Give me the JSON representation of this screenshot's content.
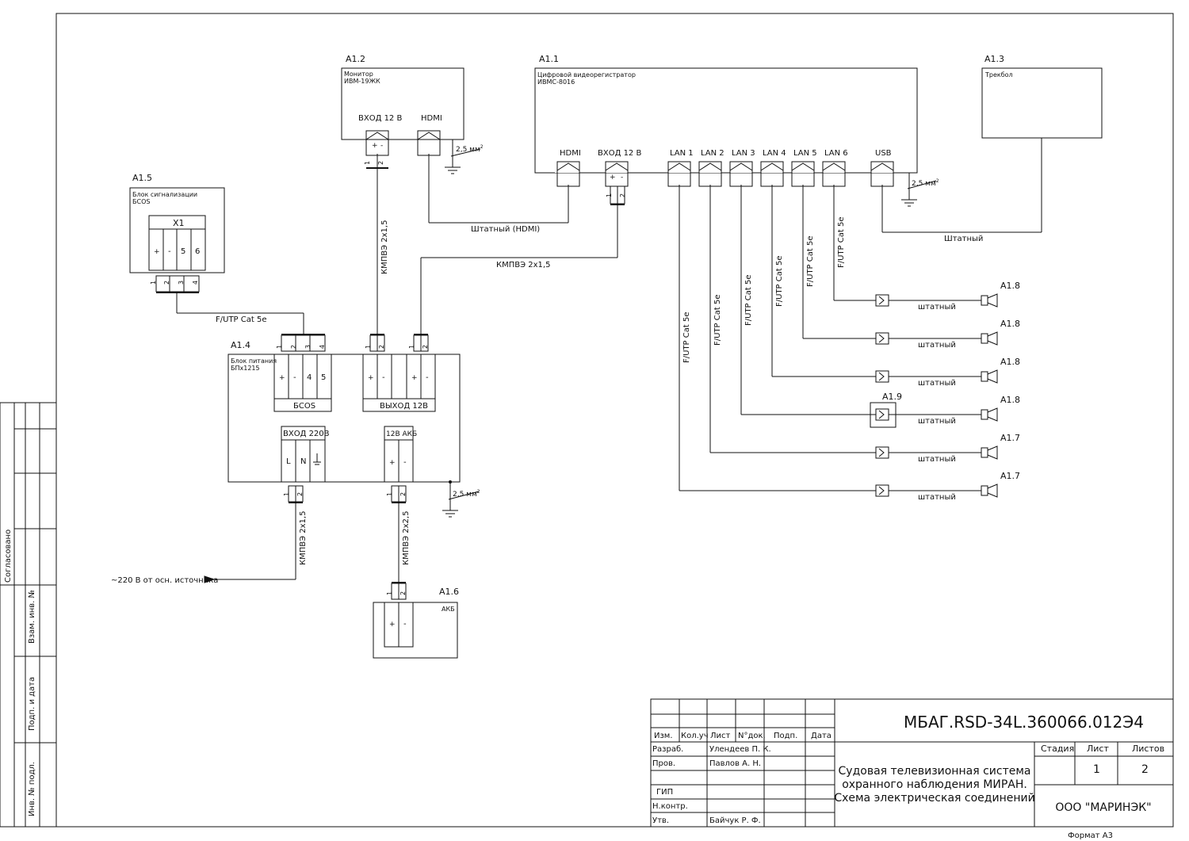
{
  "frame": {
    "format_label": "Формат А3",
    "agreed_label": "Согласовано"
  },
  "left_strip": {
    "labels": [
      "Взам. инв. №",
      "Подп. и дата",
      "Инв. № подл."
    ]
  },
  "units": {
    "a11": {
      "ref": "А1.1",
      "title": "Цифровой видеорегистратор",
      "model": "ИВМС-8016",
      "ports": [
        "HDMI",
        "ВХОД 12 В",
        "LAN 1",
        "LAN 2",
        "LAN 3",
        "LAN 4",
        "LAN 5",
        "LAN 6",
        "USB"
      ]
    },
    "a12": {
      "ref": "А1.2",
      "title": "Монитор",
      "model": "ИВМ-19ЖК",
      "ports": [
        "ВХОД 12 В",
        "HDMI"
      ]
    },
    "a13": {
      "ref": "А1.3",
      "title": "Трекбол"
    },
    "a14": {
      "ref": "А1.4",
      "title": "Блок питания",
      "model": "БПх1215",
      "blocks": {
        "bcos": "БСОS",
        "out12": "ВЫХОД 12В",
        "in220": "ВХОД 220В",
        "akb12": "12В АКБ"
      },
      "terminals": {
        "bcos": [
          "+",
          "-",
          "4",
          "5"
        ],
        "out12": [
          "+",
          "-",
          "+",
          "-"
        ],
        "in220": [
          "L",
          "N"
        ],
        "akb12": [
          "+",
          "-"
        ]
      }
    },
    "a15": {
      "ref": "А1.5",
      "title": "Блок сигнализации",
      "model": "БСОS",
      "connector": "Х1",
      "terminals": [
        "+",
        "-",
        "5",
        "6"
      ]
    },
    "a16": {
      "ref": "А1.6",
      "title": "АКБ",
      "terminals": [
        "+",
        "-"
      ]
    },
    "a19": {
      "ref": "А1.9"
    },
    "cameras": [
      "А1.8",
      "А1.8",
      "А1.8",
      "А1.8",
      "А1.7",
      "А1.7"
    ]
  },
  "pins": {
    "p1": "1",
    "p2": "2",
    "p3": "3",
    "p4": "4",
    "plus": "+",
    "minus": "-"
  },
  "ground": {
    "label": "2,5 мм",
    "sup": "2"
  },
  "cables": {
    "hdmi": "Штатный (HDMI)",
    "kmpve_1": "КМПВЭ 2х1,5",
    "kmpve_2": "КМПВЭ 2х1,5",
    "kmpve_3": "КМПВЭ 2х1,5",
    "kmpve_4": "КМПВЭ 2х2,5",
    "futp_alarm": "F/UTP Cat 5e",
    "futp_lan": "F/UTP Cat 5e",
    "usb": "Штатный",
    "camera": "штатный",
    "mains": "~220 В от осн. источника"
  },
  "title_block": {
    "doc_code": "МБАГ.RSD-34L.360066.012Э4",
    "headers": [
      "Изм.",
      "Кол.уч",
      "Лист",
      "N°док.",
      "Подп.",
      "Дата"
    ],
    "roles": [
      {
        "role": "Разраб.",
        "name": "Улендеев П. К."
      },
      {
        "role": "Пров.",
        "name": "Павлов А. Н."
      },
      {
        "role": "",
        "name": ""
      },
      {
        "role": "ГИП",
        "name": ""
      },
      {
        "role": "Н.контр.",
        "name": ""
      },
      {
        "role": "Утв.",
        "name": "Байчук Р. Ф."
      }
    ],
    "description": [
      "Судовая телевизионная система",
      "охранного наблюдения МИРАН.",
      "Схема электрическая соединений"
    ],
    "stage_label": "Стадия",
    "sheet_label": "Лист",
    "sheets_label": "Листов",
    "sheet": "1",
    "sheets": "2",
    "company": "ООО \"МАРИНЭК\""
  }
}
